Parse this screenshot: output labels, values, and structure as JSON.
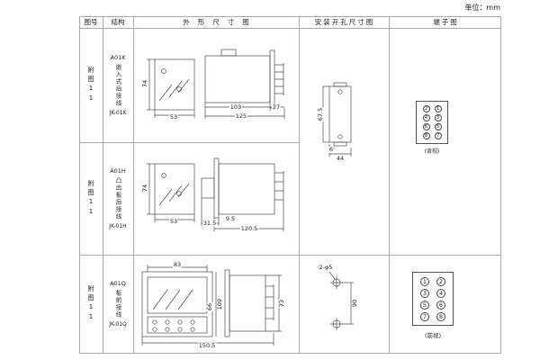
{
  "unit": "单位：mm",
  "header": {
    "figure": "图号",
    "structure": "结构",
    "outline": "外形尺寸图",
    "mounting": "安装开孔尺寸图",
    "terminal": "端子图"
  },
  "rows": [
    {
      "figure": "附图11",
      "model": "A01K",
      "desc": "嵌入式后接线",
      "code": "JK-01K",
      "dims": {
        "h": "74",
        "w": "53",
        "body": "103",
        "rear": "27",
        "total": "125"
      }
    },
    {
      "figure": "附图11",
      "model": "A01H",
      "desc": "凸出板后接线",
      "code": "JK-01H",
      "dims": {
        "h": "74",
        "w": "53",
        "front": "31.5",
        "plate": "9.5",
        "total": "120.5"
      }
    },
    {
      "figure": "附图11",
      "model": "A01Q",
      "desc": "板前接线",
      "code": "JK-01Q",
      "dims": {
        "top": "83",
        "h": "109",
        "inner": "66",
        "side_h": "73",
        "total": "150.5"
      }
    }
  ],
  "mounting": {
    "top": {
      "h": "67.5",
      "tab": "6",
      "w": "44"
    },
    "bottom": {
      "holes": "2-φ5",
      "pitch": "90"
    }
  },
  "terminals": {
    "rear": {
      "cells": [
        "2",
        "1",
        "4",
        "3",
        "6",
        "5",
        "8",
        "7"
      ],
      "caption": "(背视)"
    },
    "front": {
      "cells": [
        "1",
        "2",
        "3",
        "4",
        "5",
        "6",
        "7",
        "8"
      ],
      "caption": "(前视)"
    }
  }
}
